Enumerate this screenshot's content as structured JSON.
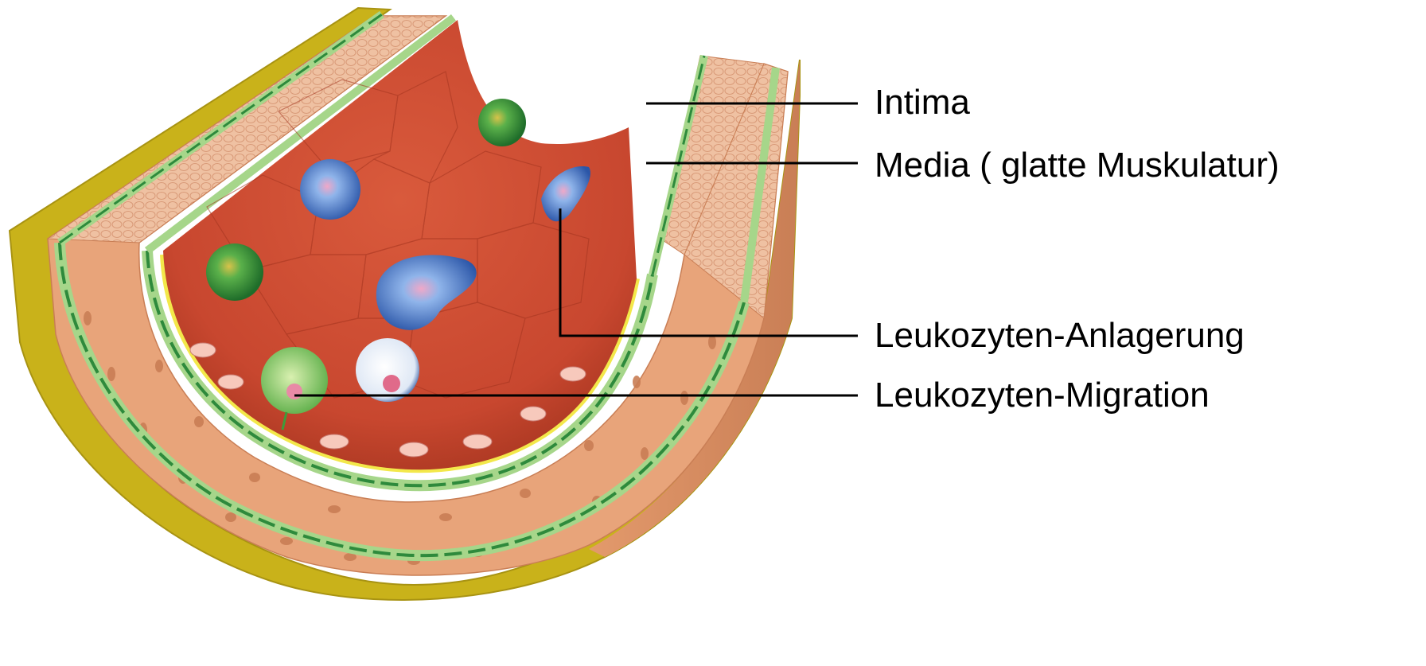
{
  "diagram": {
    "labels": {
      "intima": "Intima",
      "media": "Media ( glatte Muskulatur)",
      "adhesion": "Leukozyten-Anlagerung",
      "migration": "Leukozyten-Migration"
    },
    "colors": {
      "adventitia": "#c9b21a",
      "adventitia_dark": "#a89312",
      "media": "#e8a47a",
      "media_dark": "#c97e55",
      "media_cut_face": "#e39a6c",
      "elastic_lamina": "#a6d68a",
      "elastic_dark": "#2e8a3c",
      "endothelium": "#f2b3a3",
      "lumen": "#c8472f",
      "lumen_dark": "#a3341f",
      "basement_yellow": "#f3e84a",
      "leukocyte_green": "#3f9b3a",
      "leukocyte_blue": "#4a7fd0",
      "leukocyte_white": "#e4ecf7",
      "nucleus_pink": "#e88aa6",
      "leader_line": "#000000"
    }
  }
}
